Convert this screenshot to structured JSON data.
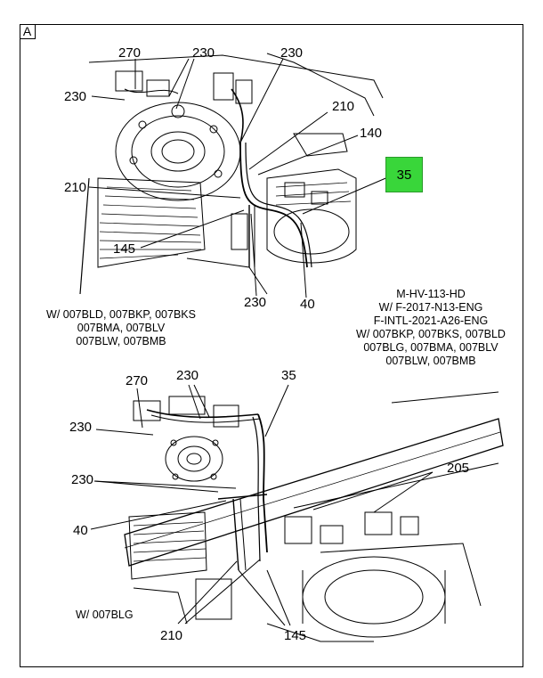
{
  "view_label": "A",
  "top_view": {
    "callouts": {
      "c270": "270",
      "c230_top": "230",
      "c230_right": "230",
      "c230_left": "230",
      "c210_right": "210",
      "c140": "140",
      "c210_left": "210",
      "c145": "145",
      "c230_bottom": "230",
      "c40": "40"
    },
    "highlight_callout": "35",
    "highlight_color": "#39d63a"
  },
  "notes": {
    "left": [
      "W/ 007BLD, 007BKP, 007BKS",
      "007BMA, 007BLV",
      "007BLW, 007BMB"
    ],
    "right": [
      "M-HV-113-HD",
      "W/ F-2017-N13-ENG",
      "F-INTL-2021-A26-ENG",
      "W/ 007BKP, 007BKS, 007BLD",
      "007BLG, 007BMA, 007BLV",
      "007BLW, 007BMB"
    ]
  },
  "bottom_view": {
    "callouts": {
      "c270": "270",
      "c230_top": "230",
      "c35": "35",
      "c230_left": "230",
      "c205": "205",
      "c230_mid": "230",
      "c40": "40",
      "c210": "210",
      "c145": "145"
    },
    "note": "W/ 007BLG"
  }
}
